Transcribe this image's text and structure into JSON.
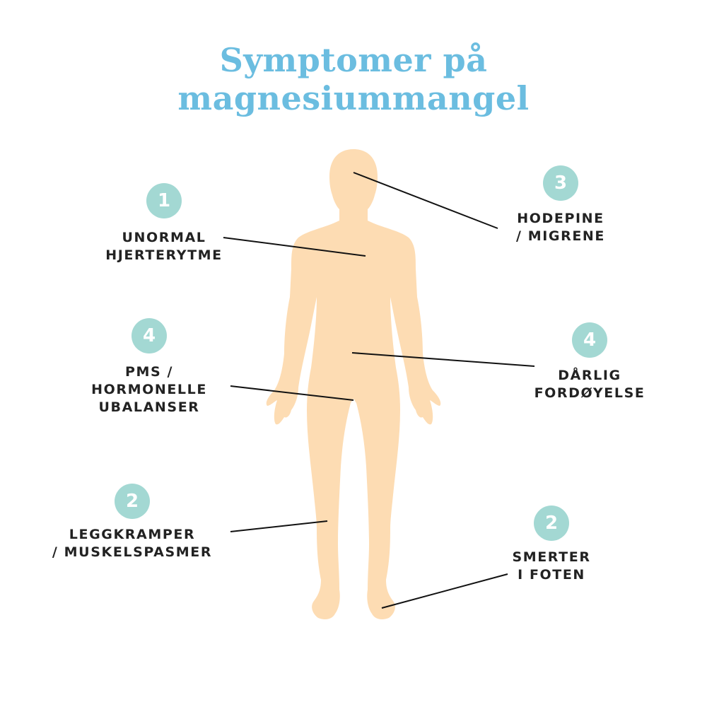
{
  "title": {
    "line1": "Symptomer på",
    "line2": "magnesiummangel",
    "color": "#6bbde0"
  },
  "colors": {
    "badge": "#a3d8d3",
    "body": "#fddcb3",
    "text": "#222222",
    "line": "#111111"
  },
  "symptoms": [
    {
      "id": "heart",
      "number": "1",
      "lines": [
        "UNORMAL",
        "HJERTERYTME"
      ],
      "side": "left"
    },
    {
      "id": "headache",
      "number": "3",
      "lines": [
        "HODEPINE",
        "/ MIGRENE"
      ],
      "side": "right"
    },
    {
      "id": "pms",
      "number": "4",
      "lines": [
        "PMS /",
        "HORMONELLE",
        "UBALANSER"
      ],
      "side": "left"
    },
    {
      "id": "digestion",
      "number": "4",
      "lines": [
        "DÅRLIG",
        "FORDØYELSE"
      ],
      "side": "right"
    },
    {
      "id": "cramps",
      "number": "2",
      "lines": [
        "LEGGKRAMPER",
        "/ MUSKELSPASMER"
      ],
      "side": "left"
    },
    {
      "id": "foot-pain",
      "number": "2",
      "lines": [
        "SMERTER",
        "I FOTEN"
      ],
      "side": "right"
    }
  ]
}
